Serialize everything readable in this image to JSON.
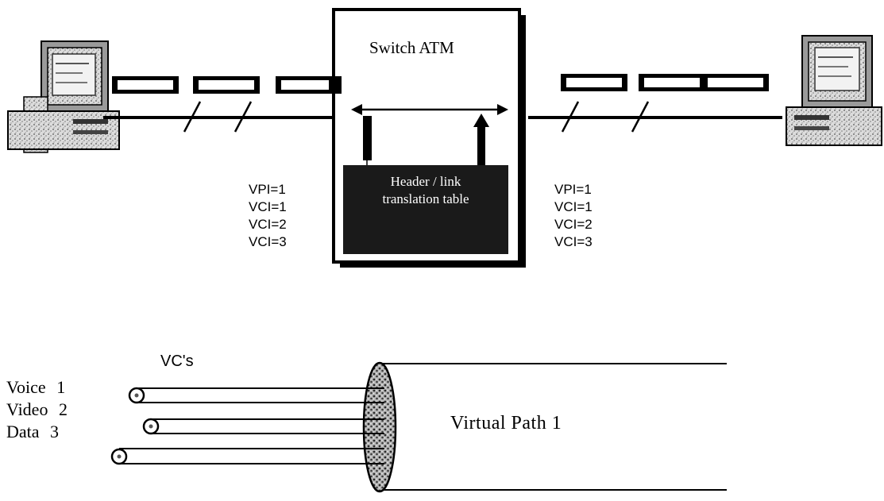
{
  "switch": {
    "title": "Switch ATM",
    "table_label": [
      "Header / link",
      "translation table"
    ]
  },
  "left_ids": [
    "VPI=1",
    "VCI=1",
    "VCI=2",
    "VCI=3"
  ],
  "right_ids": [
    "VPI=1",
    "VCI=1",
    "VCI=2",
    "VCI=3"
  ],
  "bundle": {
    "heading": "VC's",
    "channels": [
      {
        "name": "Voice",
        "number": "1"
      },
      {
        "name": "Video",
        "number": "2"
      },
      {
        "name": "Data",
        "number": "3"
      }
    ],
    "path_label": "Virtual Path 1"
  },
  "colors": {
    "ink": "#000000",
    "table": "#1a1a1a",
    "screen": "#cfcfcf",
    "case": "#e8e8e8"
  }
}
